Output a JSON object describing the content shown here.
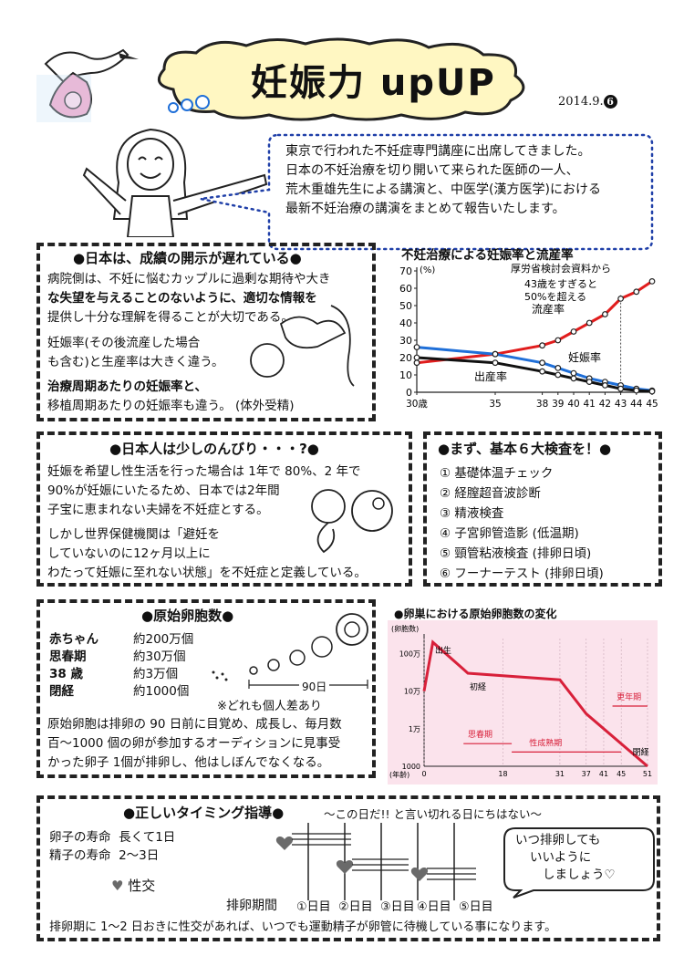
{
  "header": {
    "title": "妊娠力 upUP",
    "date": "2014.9.",
    "issue": "6"
  },
  "intro": {
    "lines": [
      "東京で行われた不妊症専門講座に出席してきました。",
      "日本の不妊治療を切り開いて来られた医師の一人、",
      "荒木重雄先生による講演と、中医学(漢方医学)における",
      "最新不妊治療の講演をまとめて報告いたします。"
    ]
  },
  "section1": {
    "title": "●日本は、成績の開示が遅れている●",
    "para1": [
      "病院側は、不妊に悩むカップルに過剰な期待や大き",
      "な失望を与えることのないように、適切な情報を",
      "提供し十分な理解を得ることが大切である。"
    ],
    "para2": [
      "妊娠率(その後流産した場合",
      "も含む)と生産率は大きく違う。"
    ],
    "para3": [
      "治療周期あたりの妊娠率と、",
      "移植周期あたりの妊娠率も違う。  (体外受精)"
    ]
  },
  "chart1": {
    "title": "不妊治療による妊娠率と流産率",
    "source": "厚労省検討会資料から",
    "annotation_line1": "43歳をすぎると",
    "annotation_line2": "50%を超える",
    "y_unit": "(%)"
  },
  "chart_data": [
    {
      "type": "line",
      "title": "不妊治療による妊娠率と流産率",
      "xlabel": "",
      "ylabel": "(%)",
      "x": [
        30,
        35,
        38,
        39,
        40,
        41,
        42,
        43,
        44,
        45
      ],
      "x_tick_labels": [
        "30歳",
        "35",
        "38",
        "39",
        "40",
        "41",
        "42",
        "43",
        "44",
        "45"
      ],
      "ylim": [
        0,
        70
      ],
      "y_ticks": [
        0,
        10,
        20,
        30,
        40,
        50,
        60,
        70
      ],
      "series": [
        {
          "name": "流産率",
          "color": "#e11d1d",
          "values": [
            17,
            22,
            27,
            30,
            35,
            40,
            45,
            54,
            58,
            64
          ]
        },
        {
          "name": "妊娠率",
          "color": "#1f6fd8",
          "values": [
            26,
            22,
            17,
            14,
            11,
            8,
            6,
            4,
            2,
            1
          ]
        },
        {
          "name": "出産率",
          "color": "#111111",
          "values": [
            20,
            17,
            12,
            10,
            8,
            6,
            4,
            2,
            1,
            0.5
          ]
        }
      ],
      "annotations": [
        "厚労省検討会資料から",
        "43歳をすぎると",
        "50%を超える"
      ]
    },
    {
      "type": "line",
      "title": "卵巣における原始卵胞数の変化",
      "xlabel": "(年齢)",
      "ylabel": "(卵胞数)",
      "y_scale": "log",
      "x": [
        0,
        2,
        10,
        31,
        37,
        51
      ],
      "x_tick_labels": [
        "0",
        "18",
        "31",
        "37",
        "41",
        "45",
        "51"
      ],
      "y_tick_labels": [
        "100万",
        "10万",
        "1万",
        "1000"
      ],
      "series": [
        {
          "name": "",
          "color": "#d8203a",
          "values": [
            100000,
            2000000,
            300000,
            200000,
            25000,
            1000
          ]
        }
      ],
      "annotations": [
        "出生",
        "初経",
        "更年期",
        "思春期",
        "性成熟期",
        "閉経"
      ]
    }
  ],
  "section2": {
    "title": "●日本人は少しのんびり・・・?●",
    "para1": [
      "妊娠を希望し性生活を行った場合は 1年で 80%、2 年で",
      "90%が妊娠にいたるため、日本では2年間",
      "子宝に恵まれない夫婦を不妊症とする。"
    ],
    "para2": [
      "しかし世界保健機関は「避妊を",
      "していないのに12ヶ月以上に",
      "わたって妊娠に至れない状態」を不妊症と定義している。"
    ]
  },
  "section3": {
    "title": "●まず、基本６大検査を！●",
    "items": [
      "① 基礎体温チェック",
      "② 経膣超音波診断",
      "③ 精液検査",
      "④ 子宮卵管造影  (低温期)",
      "⑤ 頸管粘液検査  (排卵日頃)",
      "⑥ フーナーテスト (排卵日頃)"
    ]
  },
  "section4": {
    "title": "●原始卵胞数●",
    "rows": [
      {
        "label": "赤ちゃん",
        "value": "約200万個"
      },
      {
        "label": "思春期",
        "value": "約30万個"
      },
      {
        "label": "38 歳",
        "value": "約3万個"
      },
      {
        "label": "閉経",
        "value": "約1000個"
      }
    ],
    "days_label": "90日",
    "note": "※どれも個人差あり",
    "para": [
      "原始卵胞は排卵の 90 日前に目覚め、成長し、毎月数",
      "百〜1000 個の卵が参加するオーディションに見事受",
      "かった卵子 1個が排卵し、他はしぼんでなくなる。"
    ]
  },
  "chart2": {
    "title": "●卵巣における原始卵胞数の変化",
    "y_unit": "(卵胞数)",
    "x_unit": "(年齢)",
    "y_ticks": [
      "100万",
      "10万",
      "1万",
      "1000"
    ],
    "x_ticks": [
      "0",
      "18",
      "31",
      "37",
      "41",
      "45",
      "51"
    ],
    "labels": {
      "birth": "出生",
      "menarche": "初経",
      "menopause_period": "更年期",
      "puberty": "思春期",
      "maturity": "性成熟期",
      "menopause": "閉経"
    }
  },
  "section5": {
    "title": "●正しいタイミング指導●",
    "subtitle": "〜この日だ!! と言い切れる日にちはない〜",
    "egg_life_label": "卵子の寿命",
    "egg_life_value": "長くて1日",
    "sperm_life_label": "精子の寿命",
    "sperm_life_value": "2〜3日",
    "legend": "性交",
    "period_label": "排卵期間",
    "days": [
      "①日目",
      "②日目",
      "③日目",
      "④日目",
      "⑤日目"
    ],
    "bubble": [
      "いつ排卵しても",
      "いいように",
      "しましょう♡"
    ],
    "footer": "排卵期に 1〜2 日おきに性交があれば、いつでも運動精子が卵管に待機している事になります。"
  }
}
